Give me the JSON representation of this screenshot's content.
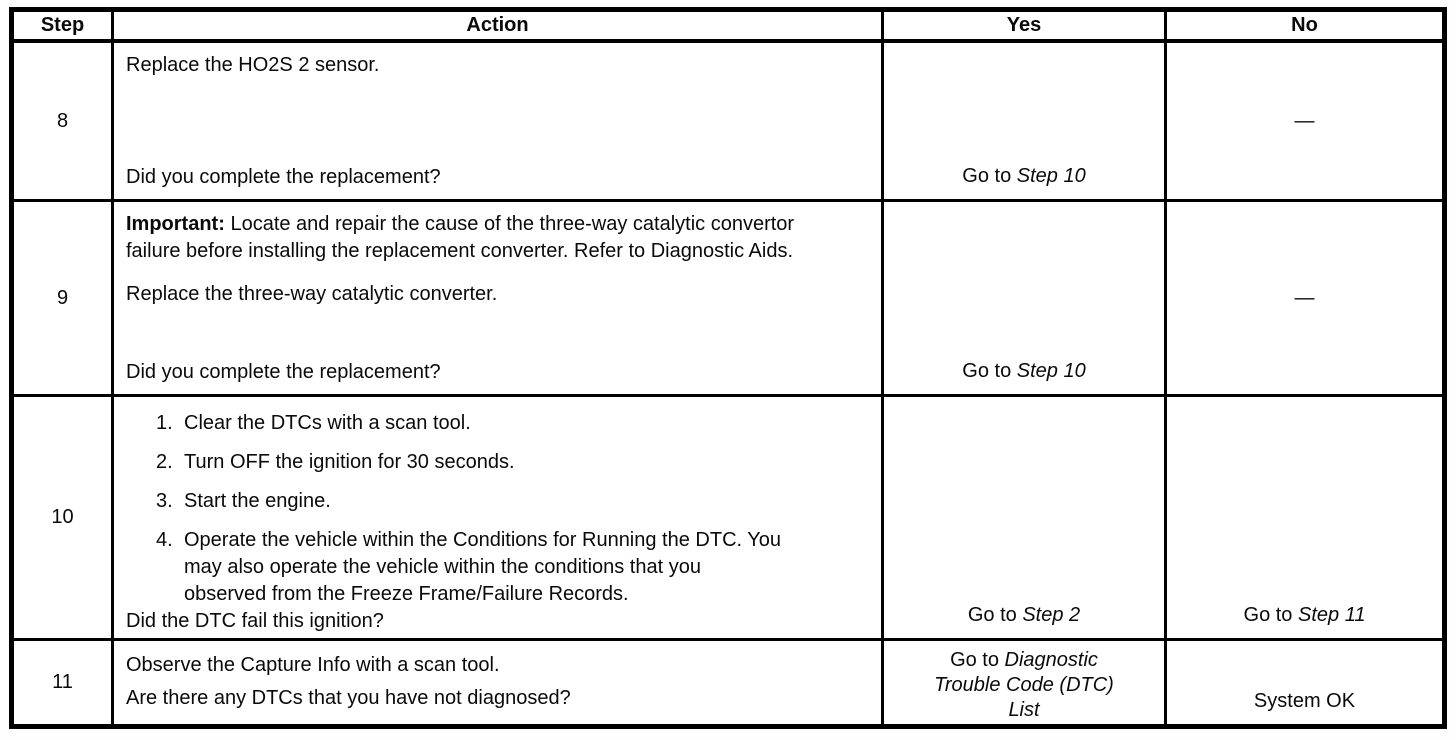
{
  "table": {
    "headers": {
      "step": "Step",
      "action": "Action",
      "yes": "Yes",
      "no": "No"
    },
    "rows": [
      {
        "step": "8",
        "action": {
          "text": "Replace the HO2S 2 sensor.",
          "question": "Did you complete the replacement?"
        },
        "yes": {
          "prefix": "Go to ",
          "target": "Step 10"
        },
        "no": {
          "dash": "—"
        }
      },
      {
        "step": "9",
        "action": {
          "important_label": "Important:",
          "important_text": " Locate and repair the cause of the three-way catalytic convertor failure before installing the replacement converter. Refer to Diagnostic Aids.",
          "text": "Replace the three-way catalytic converter.",
          "question": "Did you complete the replacement?"
        },
        "yes": {
          "prefix": "Go to ",
          "target": "Step 10"
        },
        "no": {
          "dash": "—"
        }
      },
      {
        "step": "10",
        "action": {
          "list": [
            {
              "num": "1.",
              "text": "Clear the DTCs with a scan tool."
            },
            {
              "num": "2.",
              "text": "Turn OFF the ignition for 30 seconds."
            },
            {
              "num": "3.",
              "text": "Start the engine."
            },
            {
              "num": "4.",
              "text": "Operate the vehicle within the Conditions for Running the DTC. You may also operate the vehicle within the conditions that you observed from the Freeze Frame/Failure Records."
            }
          ],
          "question": "Did the DTC fail this ignition?"
        },
        "yes": {
          "prefix": "Go to ",
          "target": "Step 2"
        },
        "no": {
          "prefix": "Go to ",
          "target": "Step 11"
        }
      },
      {
        "step": "11",
        "action": {
          "text": "Observe the Capture Info with a scan tool.",
          "question": "Are there any DTCs that you have not diagnosed?"
        },
        "yes": {
          "prefix": "Go to ",
          "target": "Diagnostic Trouble Code (DTC) List"
        },
        "no": {
          "text": "System OK"
        }
      }
    ]
  }
}
